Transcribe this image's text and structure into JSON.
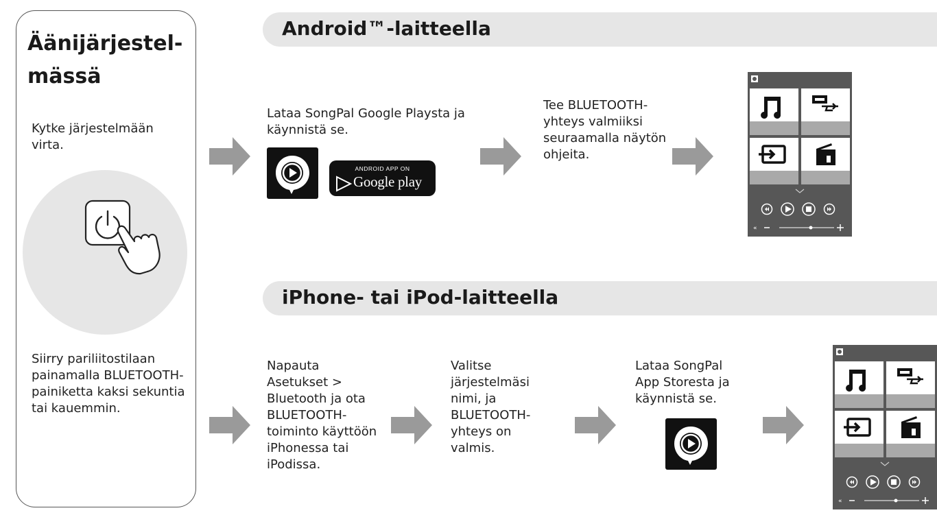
{
  "left_card": {
    "title": "Äänijärjestel-mässä",
    "title_line1": "Äänijärjestel-",
    "title_line2": "mässä",
    "step1": "Kytke järjestelmään virta.",
    "step2": "Siirry pariliitostilaan painamalla BLUETOOTH-painiketta kaksi sekuntia tai kauemmin."
  },
  "android": {
    "heading": "Android™-laitteella",
    "step1": "Lataa SongPal Google Playsta ja käynnistä se.",
    "badge_small": "ANDROID APP ON",
    "badge_big": "Google play",
    "step2": "Tee BLUETOOTH-yhteys valmiiksi seuraamalla näytön ohjeita."
  },
  "iphone": {
    "heading": "iPhone- tai iPod-laitteella",
    "step1": "Napauta Asetukset > Bluetooth ja ota BLUETOOTH-toiminto käyttöön iPhonessa tai iPodissa.",
    "step2": "Valitse järjestelmäsi nimi, ja BLUETOOTH-yhteys on valmis.",
    "step3": "Lataa SongPal App Storesta ja käynnistä se."
  },
  "colors": {
    "banner_bg": "#e6e6e6",
    "arrow": "#9a9a9a",
    "phone_bg": "#575757",
    "tile_bg": "#ffffff",
    "tile_label_bg": "#a9a9a9"
  },
  "icons": [
    "power-icon",
    "hand-pointer-icon",
    "songpal-app-icon",
    "google-play-badge",
    "music-note-icon",
    "usb-icon",
    "input-icon",
    "radio-icon",
    "rewind-icon",
    "play-icon",
    "stop-icon",
    "forward-icon",
    "mute-icon"
  ]
}
